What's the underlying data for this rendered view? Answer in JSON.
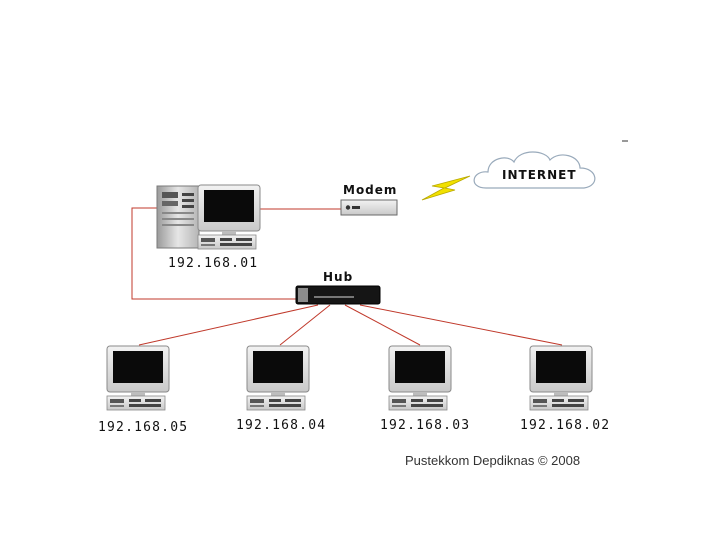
{
  "labels": {
    "modem": "Modem",
    "internet": "INTERNET",
    "hub": "Hub",
    "credit": "Pustekkom Depdiknas © 2008"
  },
  "icons": {
    "server": "server-tower-icon",
    "modem": "modem-icon",
    "cloud": "cloud-icon",
    "lightning": "lightning-icon",
    "hub": "hub-icon",
    "workstation": "desktop-computer-icon"
  },
  "colors": {
    "link": "#c0392b",
    "lightning": "#f1e000",
    "monitor": "#dcdcdc",
    "screen": "#0a0a0a"
  },
  "server": {
    "ip": "192.168.01"
  },
  "workstations": [
    {
      "ip": "192.168.05"
    },
    {
      "ip": "192.168.04"
    },
    {
      "ip": "192.168.03"
    },
    {
      "ip": "192.168.02"
    }
  ]
}
